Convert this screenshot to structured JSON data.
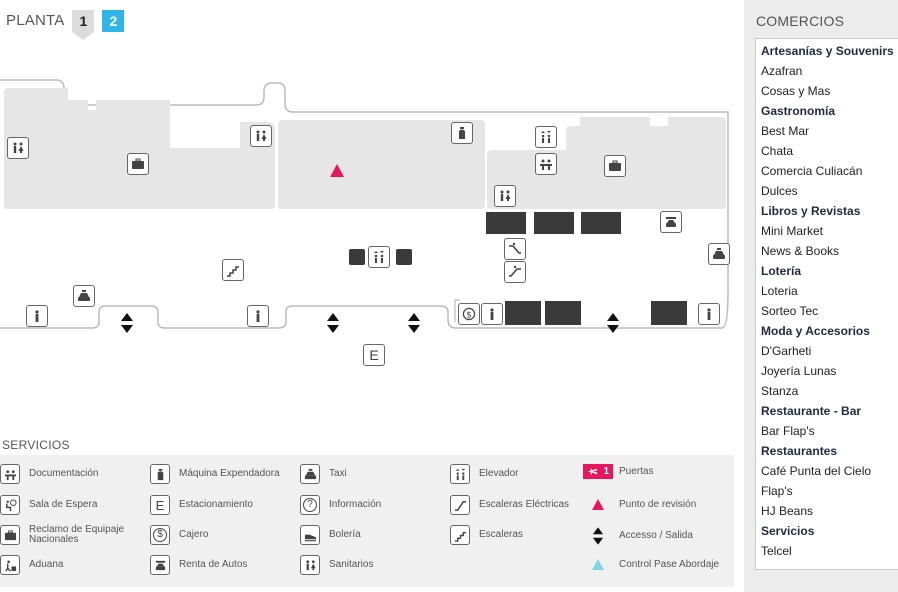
{
  "floor": {
    "label": "PLANTA",
    "levels": [
      "1",
      "2"
    ],
    "active": "1"
  },
  "map": {
    "checkpoint_color": "#e8175d",
    "area_color": "#e6e6e6",
    "dark_block_color": "#3a3a3a",
    "parking_icon_text": "E"
  },
  "services": {
    "title": "SERVICIOS",
    "items": [
      {
        "icon": "documentation-icon",
        "label": "Documentación"
      },
      {
        "icon": "waiting-room-icon",
        "label": "Sala de Espera"
      },
      {
        "icon": "baggage-claim-icon",
        "label": "Reclamo de Equipaje Nacionales"
      },
      {
        "icon": "customs-icon",
        "label": "Aduana"
      },
      {
        "icon": "vending-machine-icon",
        "label": "Máquina Expendadora"
      },
      {
        "icon": "parking-icon",
        "label": "Estacionamiento",
        "glyph": "E"
      },
      {
        "icon": "atm-icon",
        "label": "Cajero",
        "glyph": "$"
      },
      {
        "icon": "car-rental-icon",
        "label": "Renta de Autos"
      },
      {
        "icon": "taxi-icon",
        "label": "Taxi"
      },
      {
        "icon": "information-icon",
        "label": "Información",
        "glyph": "?"
      },
      {
        "icon": "shoe-shine-icon",
        "label": "Bolería"
      },
      {
        "icon": "restroom-icon",
        "label": "Sanitarios"
      },
      {
        "icon": "elevator-icon",
        "label": "Elevador"
      },
      {
        "icon": "escalator-icon",
        "label": "Escaleras Eléctricas"
      },
      {
        "icon": "stairs-icon",
        "label": "Escaleras"
      },
      {
        "icon": "gate-icon",
        "label": "Puertas",
        "glyph": "1"
      },
      {
        "icon": "checkpoint-icon",
        "label": "Punto de revisión"
      },
      {
        "icon": "access-exit-icon",
        "label": "Accesso / Salida"
      },
      {
        "icon": "boarding-control-icon",
        "label": "Control Pase Abordaje"
      }
    ],
    "gate_color": "#e8175d",
    "boarding_color": "#7fd3e3"
  },
  "shops": {
    "title": "COMERCIOS",
    "entries": [
      {
        "text": "Artesanías y Souvenirs",
        "category": true
      },
      {
        "text": "Azafran",
        "category": false
      },
      {
        "text": "Cosas y Mas",
        "category": false
      },
      {
        "text": "Gastronomía",
        "category": true
      },
      {
        "text": "Best Mar",
        "category": false
      },
      {
        "text": "Chata",
        "category": false
      },
      {
        "text": "Comercia Culiacán",
        "category": false
      },
      {
        "text": "Dulces",
        "category": false
      },
      {
        "text": "Libros y Revistas",
        "category": true
      },
      {
        "text": "Mini Market",
        "category": false
      },
      {
        "text": "News & Books",
        "category": false
      },
      {
        "text": "Lotería",
        "category": true
      },
      {
        "text": "Loteria",
        "category": false
      },
      {
        "text": "Sorteo Tec",
        "category": false
      },
      {
        "text": "Moda y Accesorios",
        "category": true
      },
      {
        "text": "D'Garheti",
        "category": false
      },
      {
        "text": "Joyería Lunas",
        "category": false
      },
      {
        "text": "Stanza",
        "category": false
      },
      {
        "text": "Restaurante - Bar",
        "category": true
      },
      {
        "text": "Bar Flap's",
        "category": false
      },
      {
        "text": "Restaurantes",
        "category": true
      },
      {
        "text": "Café Punta del Cielo",
        "category": false
      },
      {
        "text": "Flap's",
        "category": false
      },
      {
        "text": "HJ Beans",
        "category": false
      },
      {
        "text": "Servicios",
        "category": true
      },
      {
        "text": "Telcel",
        "category": false
      }
    ]
  }
}
